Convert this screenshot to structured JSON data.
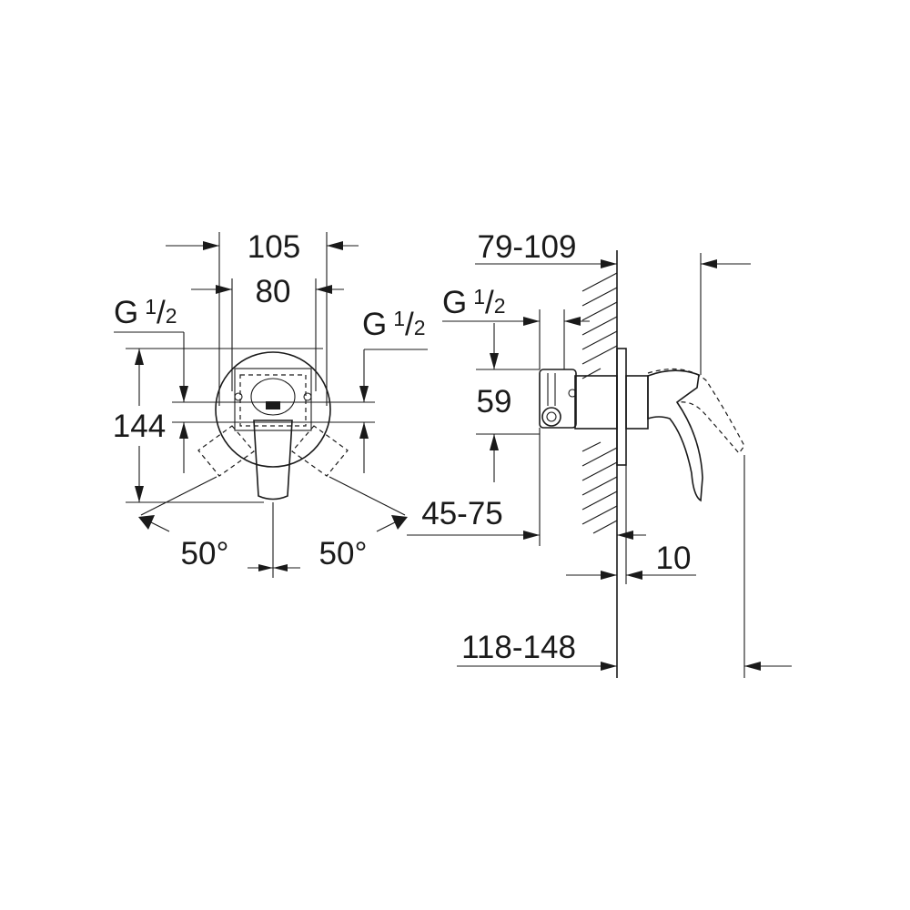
{
  "front_view": {
    "dim_width_outer": "105",
    "dim_width_inner": "80",
    "dim_height": "144",
    "connection_left": {
      "letter": "G",
      "numerator": "1",
      "slash": "/",
      "denominator": "2"
    },
    "connection_right": {
      "letter": "G",
      "numerator": "1",
      "slash": "/",
      "denominator": "2"
    },
    "angle_left": "50°",
    "angle_right": "50°"
  },
  "side_view": {
    "dim_wall_depth": "79-109",
    "connection": {
      "letter": "G",
      "numerator": "1",
      "slash": "/",
      "denominator": "2"
    },
    "dim_body_height": "59",
    "dim_mount_depth": "45-75",
    "dim_plate": "10",
    "dim_total_depth": "118-148"
  }
}
